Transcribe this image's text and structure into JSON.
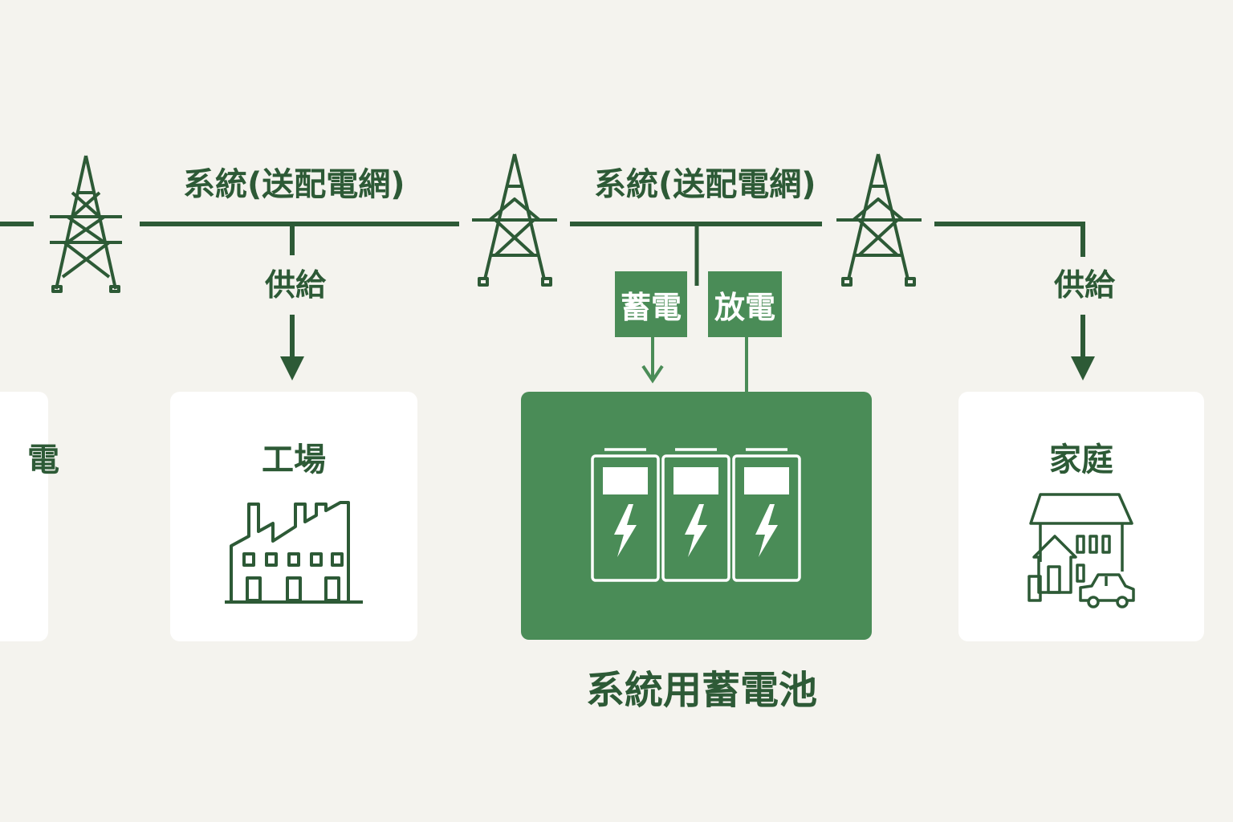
{
  "grid_label": "系統(送配電網)",
  "supply_label": "供給",
  "tags": {
    "charge": "蓄電",
    "discharge": "放電"
  },
  "cards": {
    "left_partial": "電",
    "factory": "工場",
    "home": "家庭"
  },
  "battery_title": "系統用蓄電池",
  "colors": {
    "background": "#f4f3ee",
    "line": "#2d5a36",
    "accent": "#4a8c57",
    "card": "#ffffff"
  },
  "icons": [
    "transmission-tower-icon",
    "factory-icon",
    "battery-icon",
    "lightning-icon",
    "house-icon",
    "car-icon",
    "arrow-down-icon"
  ]
}
